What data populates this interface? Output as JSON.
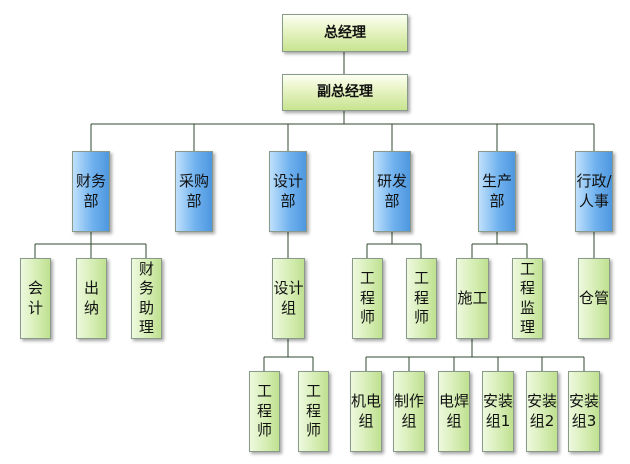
{
  "org": {
    "gm": "总经理",
    "dgm": "副总经理",
    "depts": [
      "财务部",
      "采购部",
      "设计部",
      "研发部",
      "生产部",
      "行政/人事"
    ],
    "finance_units": [
      "会计",
      "出纳",
      "财务助理"
    ],
    "design_group": "设计组",
    "design_engineers": [
      "工程师",
      "工程师"
    ],
    "rd_engineers": [
      "工程师",
      "工程师"
    ],
    "production_units": [
      "施工",
      "工程监理"
    ],
    "construction_units": [
      "机电组",
      "制作组",
      "电焊组",
      "安装组1",
      "安装组2",
      "安装组3"
    ],
    "admin_units": [
      "仓管"
    ]
  },
  "colors": {
    "top_fill": "#d9edaa",
    "dept_fill": "#6fb1ee",
    "unit_fill": "#d3ecb0",
    "line": "#2f4a2f"
  }
}
